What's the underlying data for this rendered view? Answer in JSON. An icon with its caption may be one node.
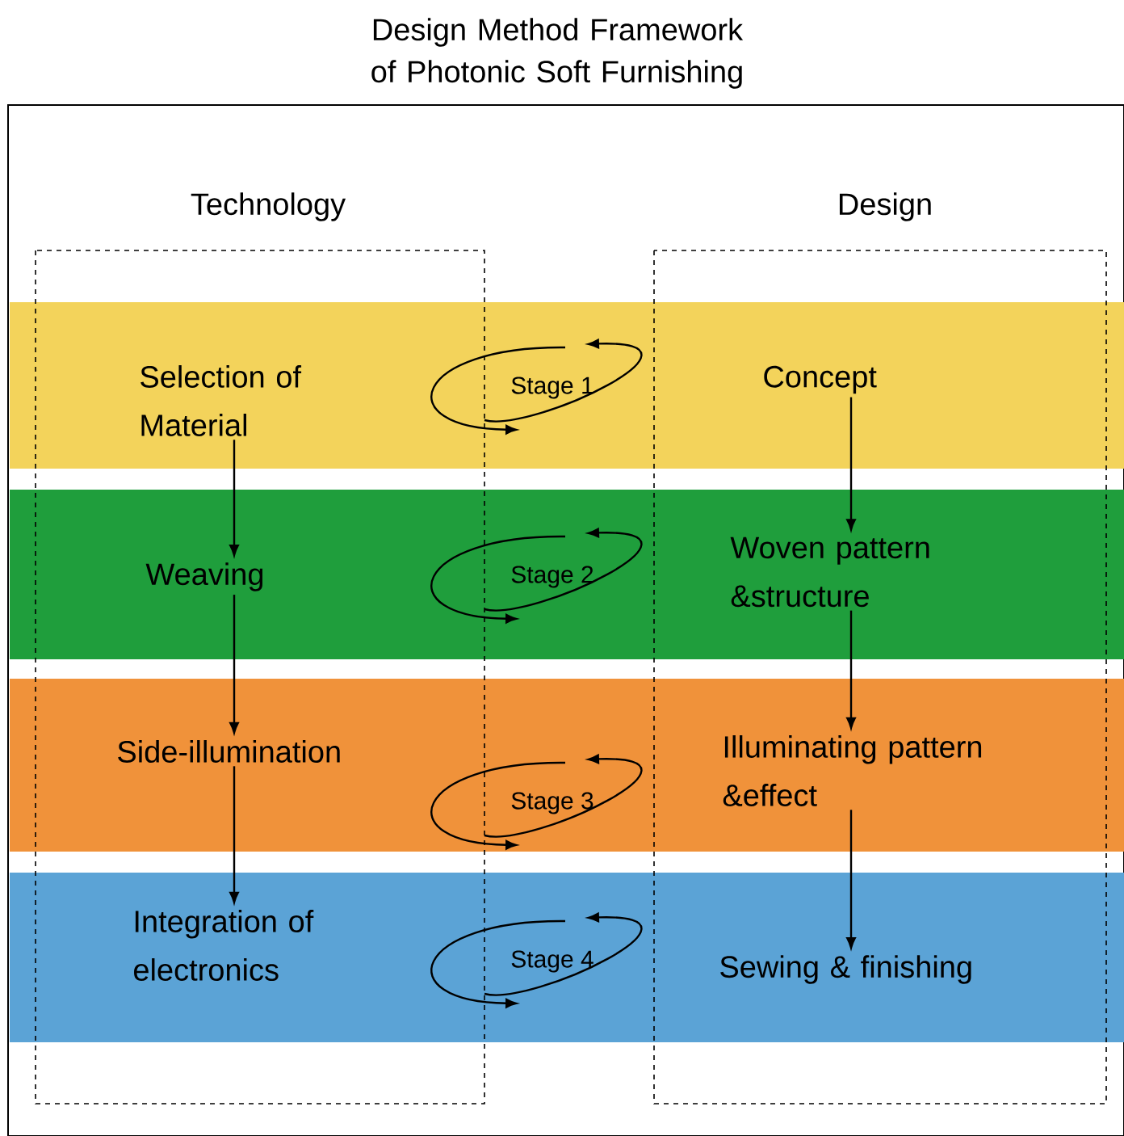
{
  "diagram": {
    "title": "Design Method Framework of Photonic Soft Furnishing",
    "nodes": [
      {
        "text": [
          "Selection of Material"
        ]
      },
      {
        "text": [
          "Concept"
        ]
      },
      {
        "text": [
          "Weaving"
        ]
      },
      {
        "text": [
          "Woven pattern &structure"
        ]
      },
      {
        "text": [
          "Side-illumination"
        ]
      },
      {
        "text": [
          "Illuminating pattern &effect"
        ]
      },
      {
        "text": [
          "Integration of electronics"
        ]
      },
      {
        "text": [
          "Sewing & finishing"
        ]
      }
    ],
    "edges": [
      {
        "from": 0,
        "to": 2,
        "arrow": "to"
      },
      {
        "from": 2,
        "to": 4,
        "arrow": "to"
      },
      {
        "from": 4,
        "to": 6,
        "arrow": "to"
      },
      {
        "from": 1,
        "to": 3,
        "arrow": "to"
      },
      {
        "from": 3,
        "to": 5,
        "arrow": "to"
      },
      {
        "from": 5,
        "to": 7,
        "arrow": "to"
      }
    ],
    "labels": [
      "Technology",
      "Design",
      "Stage 1",
      "Stage 2",
      "Stage 3",
      "Stage 4"
    ]
  }
}
